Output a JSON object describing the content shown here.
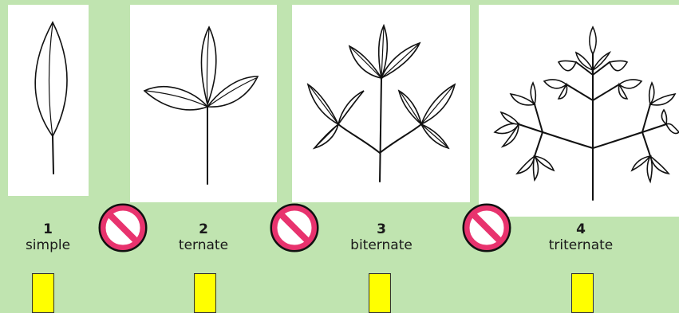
{
  "items": [
    {
      "number": "1",
      "label": "simple"
    },
    {
      "number": "2",
      "label": "ternate"
    },
    {
      "number": "3",
      "label": "biternate"
    },
    {
      "number": "4",
      "label": "triternate"
    }
  ],
  "colors": {
    "background": "#c0e4b0",
    "panel": "#ffffff",
    "no_sign_fill": "#e8336e",
    "no_sign_ring": "#e8336e",
    "marker": "#ffff00"
  },
  "icons": [
    "leaf-simple-icon",
    "leaf-ternate-icon",
    "leaf-biternate-icon",
    "leaf-triternate-icon",
    "no-entry-icon",
    "marker-icon"
  ]
}
